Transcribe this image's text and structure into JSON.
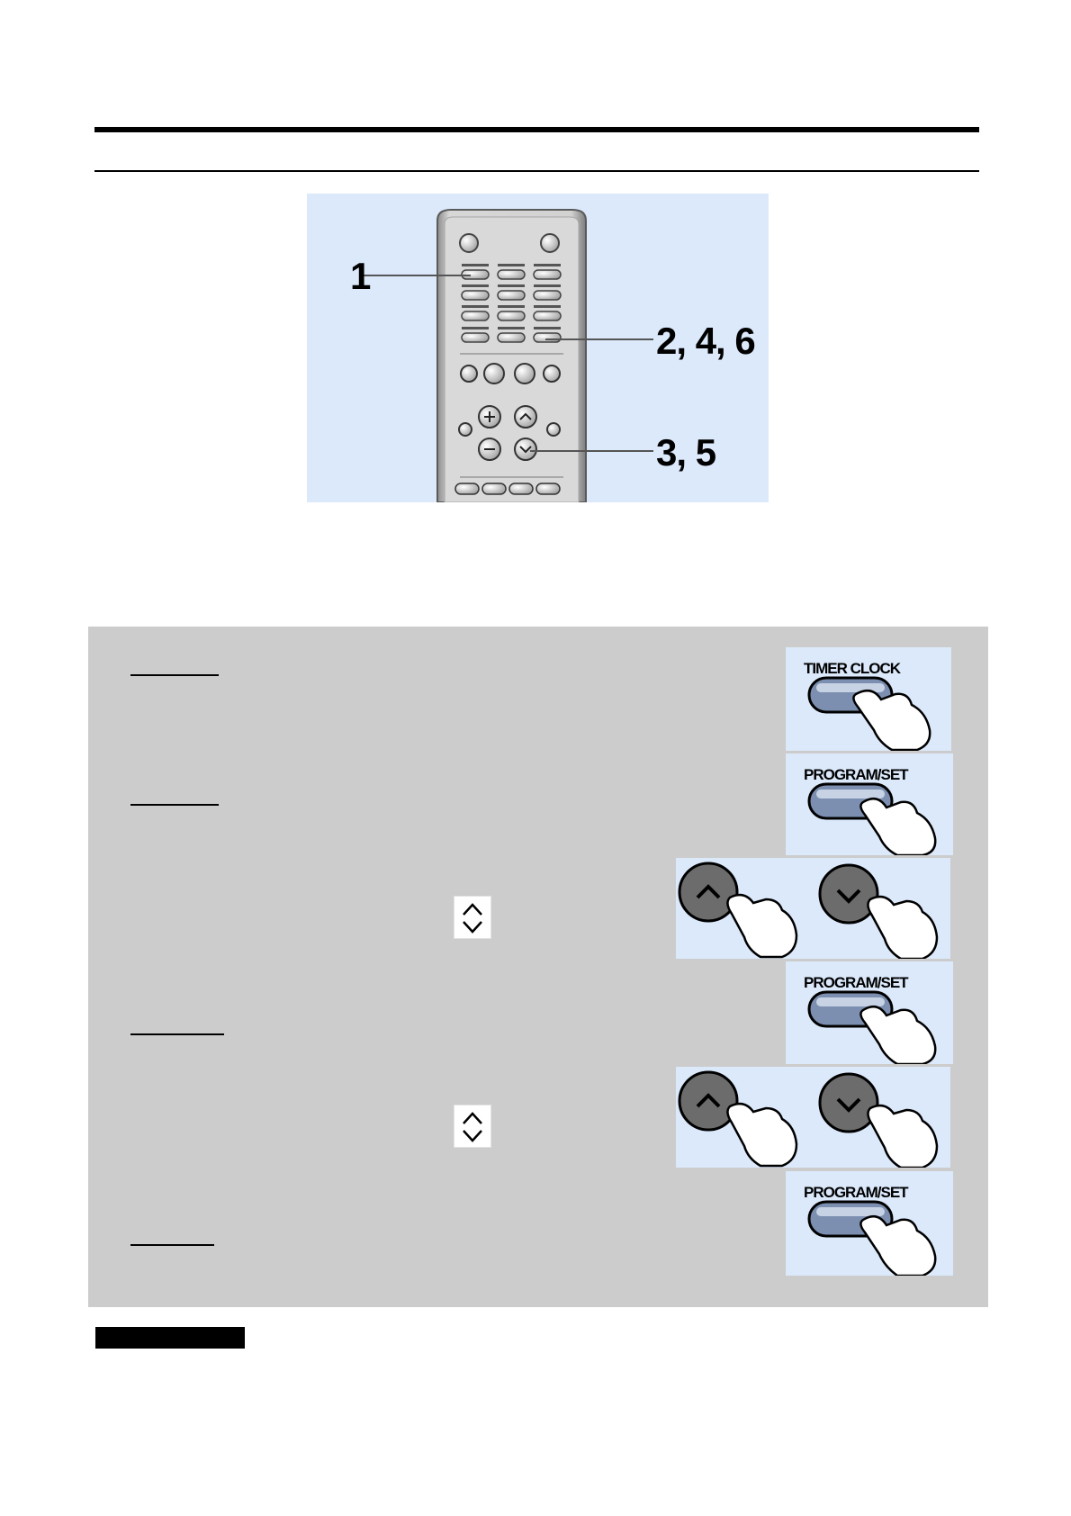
{
  "remote_callouts": {
    "step1": "1",
    "step246": "2, 4, 6",
    "step35": "3, 5"
  },
  "button_labels": {
    "timer_clock": "TIMER CLOCK",
    "program_set_1": "PROGRAM/SET",
    "program_set_2": "PROGRAM/SET",
    "program_set_3": "PROGRAM/SET"
  },
  "icons": [
    "remote-control-illustration",
    "hand-pointer-icon",
    "up-arrow-icon",
    "down-arrow-icon"
  ],
  "colors": {
    "panel_gray": "#cccccc",
    "tile_blue": "#dbe9fb",
    "rule_black": "#000000"
  }
}
